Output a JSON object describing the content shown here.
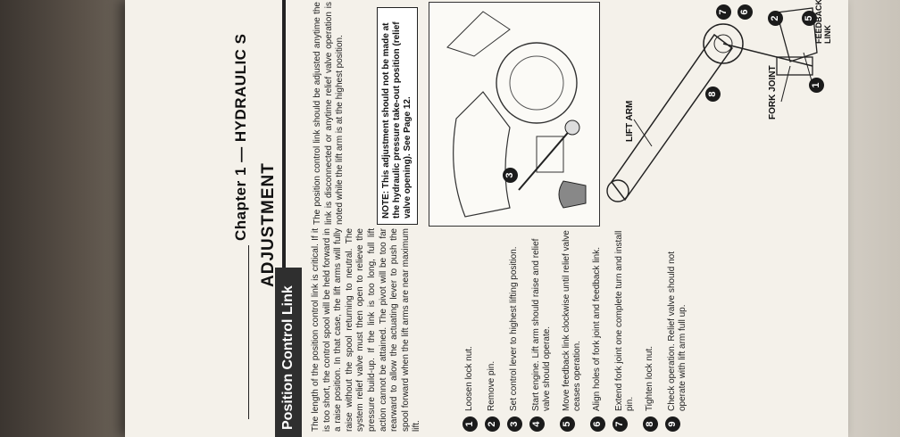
{
  "header": {
    "chapter": "Chapter 1 — HYDRAULIC S",
    "section": "ADJUSTMENT"
  },
  "topic": {
    "title": "Position Control Link",
    "intro": "The length of the position control link is critical. If it is too short, the control spool will be held forward in a raise position. In that case, the lift arms will fully raise without the spool returning to neutral. The system relief valve must then open to relieve the pressure build-up. If the link is too long, full lift action cannot be attained. The pivot will be too far rearward to allow the actuating lever to push the spool forward when the lift arms are near maximum lift.",
    "right_text": "The position control link should be adjusted anytime the link is disconnected or anytime relief valve operation is noted while the lift arm is at the highest position.",
    "note": "NOTE: This adjustment should not be made at the hydraulic pressure take-out position (relief valve opening). See Page 12."
  },
  "steps": [
    {
      "n": "1",
      "text": "Loosen lock nut."
    },
    {
      "n": "2",
      "text": "Remove pin."
    },
    {
      "n": "3",
      "text": "Set control lever to highest lifting position."
    },
    {
      "n": "4",
      "text": "Start engine. Lift arm should raise and relief valve should operate."
    },
    {
      "n": "5",
      "text": "Move feedback link clockwise until relief valve ceases operation."
    },
    {
      "n": "6",
      "text": "Align holes of fork joint and feedback link."
    },
    {
      "n": "7",
      "text": "Extend fork joint one complete turn and install pin."
    },
    {
      "n": "8",
      "text": "Tighten lock nut."
    },
    {
      "n": "9",
      "text": "Check operation. Relief valve should not operate with lift arm full up."
    }
  ],
  "photo": {
    "callout": "3"
  },
  "diagram": {
    "labels": {
      "lift_arm": "LIFT ARM",
      "fork_joint": "FORK JOINT",
      "feedback_link": "FEEDBACK LINK"
    },
    "callouts": [
      "1",
      "2",
      "5",
      "6",
      "7",
      "8"
    ]
  }
}
